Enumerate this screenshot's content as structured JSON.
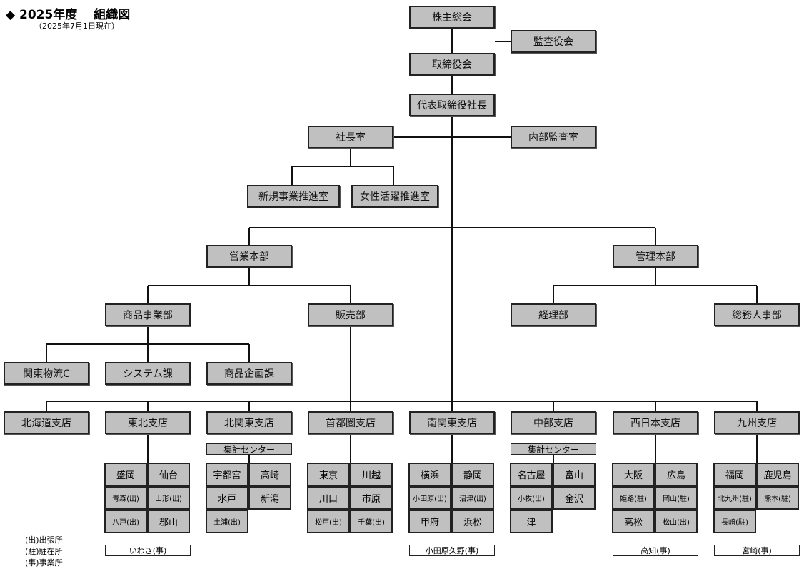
{
  "header": {
    "title": "◆ 2025年度　 組織図",
    "date": "（2025年7月1日現在）"
  },
  "top": {
    "shareholders": "株主総会",
    "auditors": "監査役会",
    "board": "取締役会",
    "president": "代表取締役社長",
    "president_office": "社長室",
    "internal_audit": "内部監査室",
    "new_business": "新規事業推進室",
    "women": "女性活躍推進室"
  },
  "divisions": {
    "sales_hq": "営業本部",
    "admin_hq": "管理本部",
    "product": "商品事業部",
    "sales": "販売部",
    "accounting": "経理部",
    "hr": "総務人事部",
    "logistics": "関東物流C",
    "system": "システム課",
    "planning": "商品企画課"
  },
  "branches": [
    {
      "name": "北海道支店",
      "offices": [],
      "note": null,
      "center": null
    },
    {
      "name": "東北支店",
      "offices": [
        "盛岡",
        "仙台",
        "青森(出)",
        "山形(出)",
        "八戸(出)",
        "郡山"
      ],
      "note": "いわき(事)",
      "center": null
    },
    {
      "name": "北関東支店",
      "offices": [
        "宇都宮",
        "高崎",
        "水戸",
        "新潟",
        "土浦(出)"
      ],
      "note": null,
      "center": "集計センター"
    },
    {
      "name": "首都圏支店",
      "offices": [
        "東京",
        "川越",
        "川口",
        "市原",
        "松戸(出)",
        "千葉(出)"
      ],
      "note": null,
      "center": null
    },
    {
      "name": "南関東支店",
      "offices": [
        "横浜",
        "静岡",
        "小田原(出)",
        "沼津(出)",
        "甲府",
        "浜松"
      ],
      "note": "小田原久野(事)",
      "center": null
    },
    {
      "name": "中部支店",
      "offices": [
        "名古屋",
        "富山",
        "小牧(出)",
        "金沢",
        "津"
      ],
      "note": null,
      "center": "集計センター"
    },
    {
      "name": "西日本支店",
      "offices": [
        "大阪",
        "広島",
        "姫路(駐)",
        "岡山(駐)",
        "高松",
        "松山(出)"
      ],
      "note": "高知(事)",
      "center": null
    },
    {
      "name": "九州支店",
      "offices": [
        "福岡",
        "鹿児島",
        "北九州(駐)",
        "熊本(駐)",
        "長崎(駐)"
      ],
      "note": "宮崎(事)",
      "center": null
    }
  ],
  "legend": [
    "(出)出張所",
    "(駐)駐在所",
    "(事)事業所"
  ]
}
